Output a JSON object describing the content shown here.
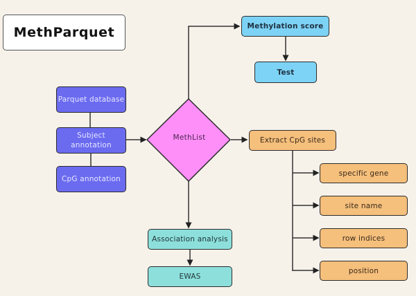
{
  "title": "MethParquet",
  "colors": {
    "background": "#f6f2ea",
    "input_nodes": "#6b6bf0",
    "hub": "#ff8ff8",
    "score_nodes": "#7dd3f5",
    "extract_nodes": "#f5bf7c",
    "analysis_nodes": "#8ddfdc"
  },
  "nodes": {
    "parquet_database": "Parquet database",
    "subject_annotation": "Subject annotation",
    "cpg_annotation": "CpG annotation",
    "methlist": "MethList",
    "methylation_score": "Methylation score",
    "test": "Test",
    "extract_cpg_sites": "Extract CpG sites",
    "specific_gene": "specific gene",
    "site_name": "site name",
    "row_indices": "row indices",
    "position": "position",
    "association_analysis": "Association analysis",
    "ewas": "EWAS"
  },
  "edges": [
    {
      "from": "parquet_database",
      "to": "subject_annotation",
      "arrow": false
    },
    {
      "from": "subject_annotation",
      "to": "cpg_annotation",
      "arrow": false
    },
    {
      "from": "subject_annotation",
      "to": "methlist",
      "arrow": true
    },
    {
      "from": "methlist",
      "to": "methylation_score",
      "arrow": true
    },
    {
      "from": "methylation_score",
      "to": "test",
      "arrow": true
    },
    {
      "from": "methlist",
      "to": "extract_cpg_sites",
      "arrow": true
    },
    {
      "from": "extract_cpg_sites",
      "to": "specific_gene",
      "arrow": true
    },
    {
      "from": "extract_cpg_sites",
      "to": "site_name",
      "arrow": true
    },
    {
      "from": "extract_cpg_sites",
      "to": "row_indices",
      "arrow": true
    },
    {
      "from": "extract_cpg_sites",
      "to": "position",
      "arrow": true
    },
    {
      "from": "methlist",
      "to": "association_analysis",
      "arrow": true
    },
    {
      "from": "association_analysis",
      "to": "ewas",
      "arrow": true
    }
  ]
}
